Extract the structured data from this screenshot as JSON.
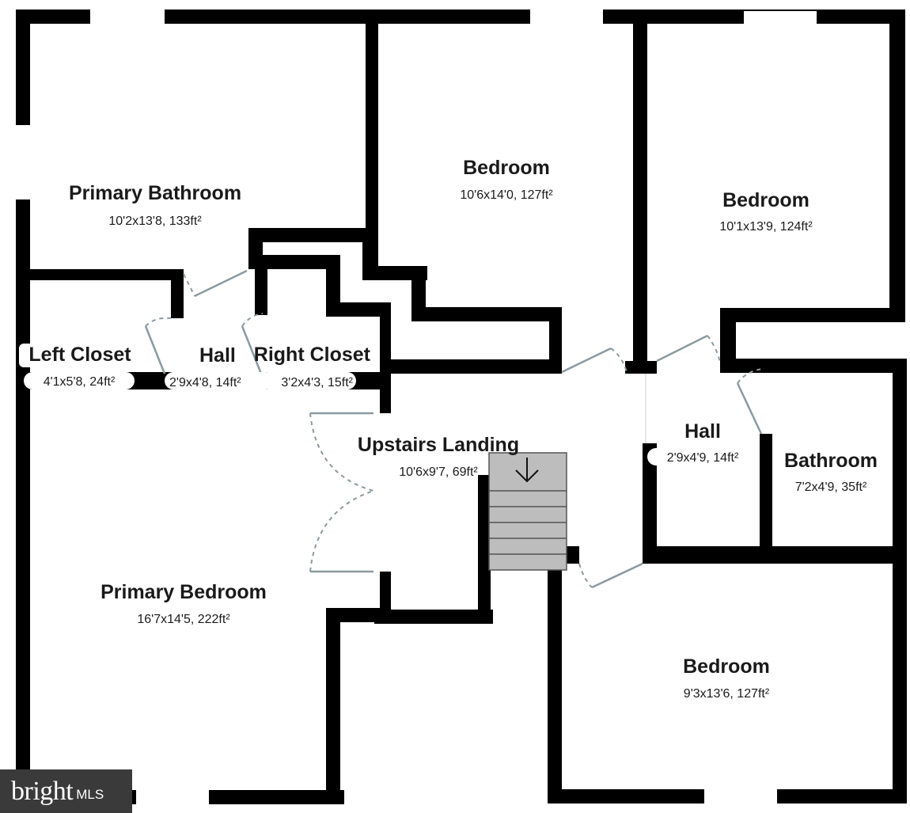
{
  "rooms": [
    {
      "name": "Primary Bathroom",
      "dims": "10'2x13'8, 133ft²"
    },
    {
      "name": "Bedroom",
      "dims": "10'6x14'0, 127ft²"
    },
    {
      "name": "Bedroom",
      "dims": "10'1x13'9, 124ft²"
    },
    {
      "name": "Left Closet",
      "dims": "4'1x5'8, 24ft²"
    },
    {
      "name": "Hall",
      "dims": "2'9x4'8, 14ft²"
    },
    {
      "name": "Right Closet",
      "dims": "3'2x4'3, 15ft²"
    },
    {
      "name": "Upstairs Landing",
      "dims": "10'6x9'7, 69ft²"
    },
    {
      "name": "Hall",
      "dims": "2'9x4'9, 14ft²"
    },
    {
      "name": "Bathroom",
      "dims": "7'2x4'9, 35ft²"
    },
    {
      "name": "Primary Bedroom",
      "dims": "16'7x14'5, 222ft²"
    },
    {
      "name": "Bedroom",
      "dims": "9'3x13'6, 127ft²"
    }
  ],
  "logo": {
    "brand": "bright",
    "suffix": "MLS"
  },
  "colors": {
    "wall": "#000000",
    "door": "#8a9aa0",
    "stair": "#bdbdbd",
    "logo_bg": "#3a3a3a"
  }
}
